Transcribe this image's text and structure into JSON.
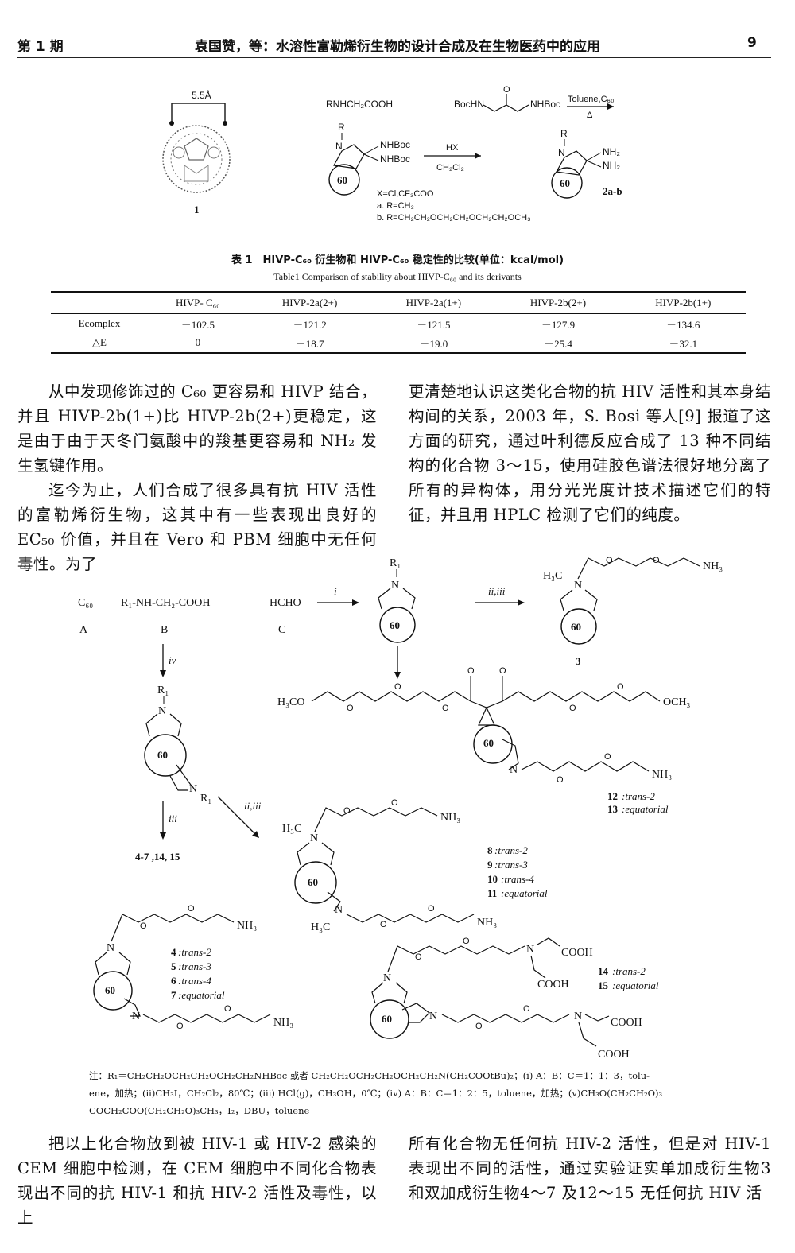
{
  "header": {
    "issue": "第 1 期",
    "running_title": "袁国赞，等：水溶性富勒烯衍生物的设计合成及在生物医药中的应用",
    "page_number": "9"
  },
  "scheme1": {
    "distance": "5.5Å",
    "compound1_label": "1",
    "reagent_top": "RNHCH₂COOH",
    "boc_reagent_left": "BocHN",
    "boc_reagent_o": "O",
    "boc_reagent_right": "NHBoc",
    "arrow1_top": "Toluene,C₆₀",
    "arrow1_bottom": "Δ",
    "start_r": "R",
    "start_n": "N",
    "start_nhboc1": "NHBoc",
    "start_nhboc2": "NHBoc",
    "c60": "60",
    "arrow2_top": "HX",
    "arrow2_bottom": "CH₂Cl₂",
    "note_x": "X=Cl,CF₃COO",
    "note_a": "a. R=CH₃",
    "note_b": "b. R=CH₂CH₂OCH₂CH₂OCH₂CH₂OCH₃",
    "prod_r": "R",
    "prod_n": "N",
    "prod_nh2a": "NH₂",
    "prod_nh2b": "NH₂",
    "prod_label": "2a-b"
  },
  "table1": {
    "caption_cn": "表 1　HIVP-C₆₀ 衍生物和 HIVP-C₆₀ 稳定性的比较(单位：kcal/mol)",
    "caption_en": "Table1 Comparison of stability about HIVP-C₆₀ and its derivants",
    "columns": [
      "",
      "HIVP- C₆₀",
      "HIVP-2a(2+)",
      "HIVP-2a(1+)",
      "HIVP-2b(2+)",
      "HIVP-2b(1+)"
    ],
    "rows": [
      [
        "Ecomplex",
        "－102.5",
        "－121.2",
        "－121.5",
        "－127.9",
        "－134.6"
      ],
      [
        "△E",
        "0",
        "－18.7",
        "－19.0",
        "－25.4",
        "－32.1"
      ]
    ]
  },
  "body": {
    "p_left_1": "从中发现修饰过的 C₆₀ 更容易和 HIVP 结合，并且 HIVP-2b(1+)比 HIVP-2b(2+)更稳定，这是由于由于天冬门氨酸中的羧基更容易和 NH₂ 发生氢键作用。",
    "p_left_2": "迄今为止，人们合成了很多具有抗 HIV 活性的富勒烯衍生物，这其中有一些表现出良好的 EC₅₀ 价值，并且在 Vero 和 PBM 细胞中无任何毒性。为了",
    "p_right_1": "更清楚地认识这类化合物的抗 HIV 活性和其本身结构间的关系，2003 年，S. Bosi 等人[9] 报道了这方面的研究，通过叶利德反应合成了 13 种不同结构的化合物 3～15，使用硅胶色谱法很好地分离了所有的异构体，用分光光度计技术描述它们的特征，并且用 HPLC 检测了它们的纯度。",
    "p_bottom_left": "把以上化合物放到被 HIV-1 或 HIV-2 感染的 CEM 细胞中检测，在 CEM 细胞中不同化合物表现出不同的抗 HIV-1 和抗 HIV-2 活性及毒性，以上",
    "p_bottom_right": "所有化合物无任何抗 HIV-2 活性，但是对 HIV-1 表现出不同的活性，通过实验证实单加成衍生物3 和双加成衍生物4～7 及12～15 无任何抗 HIV 活"
  },
  "scheme2": {
    "c60_label": "C₆₀",
    "reagent_b": "R₁-NH-CH₂-COOH",
    "reagent_c": "HCHO",
    "label_a": "A",
    "label_b": "B",
    "label_c": "C",
    "step_i": "i",
    "step_iiiii": "ii,iii",
    "step_iv": "iv",
    "step_iii": "iii",
    "step_iiiii_2": "ii,iii",
    "r1": "R₁",
    "n": "N",
    "sixty": "60",
    "h3c": "H₃C",
    "nh3": "NH₃",
    "och3": "OCH₃",
    "h3co": "H₃CO",
    "o": "O",
    "cooh": "COOH",
    "compound3": "3",
    "products_4_15": "4-7 ,14, 15",
    "cmp12": "12",
    "cmp12_t": ":trans-2",
    "cmp13": "13",
    "cmp13_t": ":equatorial",
    "cmp8": "8",
    "cmp8_t": ":trans-2",
    "cmp9": "9",
    "cmp9_t": ":trans-3",
    "cmp10": "10",
    "cmp10_t": ":trans-4",
    "cmp11": "11",
    "cmp11_t": ":equatorial",
    "cmp4": "4",
    "cmp4_t": ":trans-2",
    "cmp5": "5",
    "cmp5_t": ":trans-3",
    "cmp6": "6",
    "cmp6_t": ":trans-4",
    "cmp7": "7",
    "cmp7_t": ":equatorial",
    "cmp14": "14",
    "cmp14_t": ":trans-2",
    "cmp15": "15",
    "cmp15_t": ":equatorial"
  },
  "footnote": {
    "line1": "注：R₁＝CH₂CH₂OCH₂CH₂OCH₂CH₂NHBoc 或者 CH₂CH₂OCH₂CH₂OCH₂CH₂N(CH₂COOtBu)₂；(i) A：B：C＝1：1：3，tolu-",
    "line2": "ene，加热；(ii)CH₃I，CH₂Cl₂，80℃；(iii) HCl(g)，CH₃OH，0℃；(iv) A：B：C＝1：2：5，toluene，加热；(v)CH₃O(CH₂CH₂O)₃",
    "line3": "COCH₂COO(CH₂CH₂O)₃CH₃，I₂，DBU，toluene"
  }
}
